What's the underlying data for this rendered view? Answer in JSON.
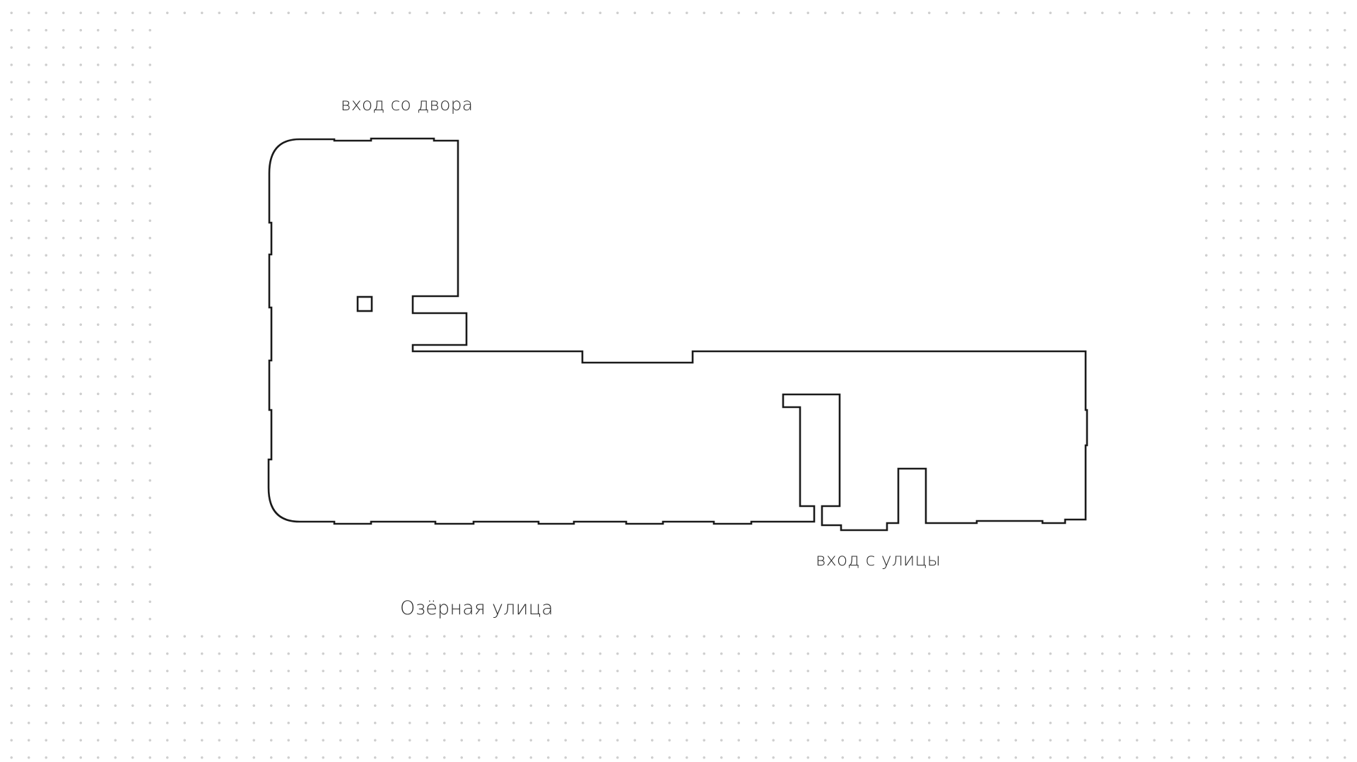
{
  "plan": {
    "labels": {
      "yard_entrance": "вход со двора",
      "street_entrance": "вход с улицы",
      "street_name": "Озёрная улица"
    },
    "colors": {
      "background": "#ffffff",
      "grid_dots": "#cfcfcf",
      "outline": "#1a1a1a",
      "text": "#2b2b2b"
    }
  }
}
